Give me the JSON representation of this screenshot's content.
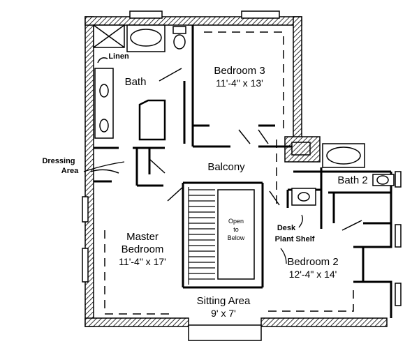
{
  "rooms": {
    "bedroom3": {
      "name": "Bedroom 3",
      "size": "11'-4\" x 13'"
    },
    "bath": {
      "name": "Bath"
    },
    "linen": {
      "name": "Linen"
    },
    "dressing": {
      "line1": "Dressing",
      "line2": "Area"
    },
    "balcony": {
      "name": "Balcony"
    },
    "master": {
      "line1": "Master",
      "line2": "Bedroom",
      "size": "11'-4\" x 17'"
    },
    "open_below": {
      "line1": "Open",
      "line2": "to",
      "line3": "Below"
    },
    "sitting": {
      "name": "Sitting Area",
      "size": "9' x 7'"
    },
    "bath2": {
      "name": "Bath 2"
    },
    "desk": {
      "name": "Desk"
    },
    "plant_shelf": {
      "name": "Plant Shelf"
    },
    "bedroom2": {
      "name": "Bedroom 2",
      "size": "12'-4\" x 14'"
    }
  },
  "colors": {
    "wall_hatch": "#000000",
    "background": "#ffffff"
  }
}
